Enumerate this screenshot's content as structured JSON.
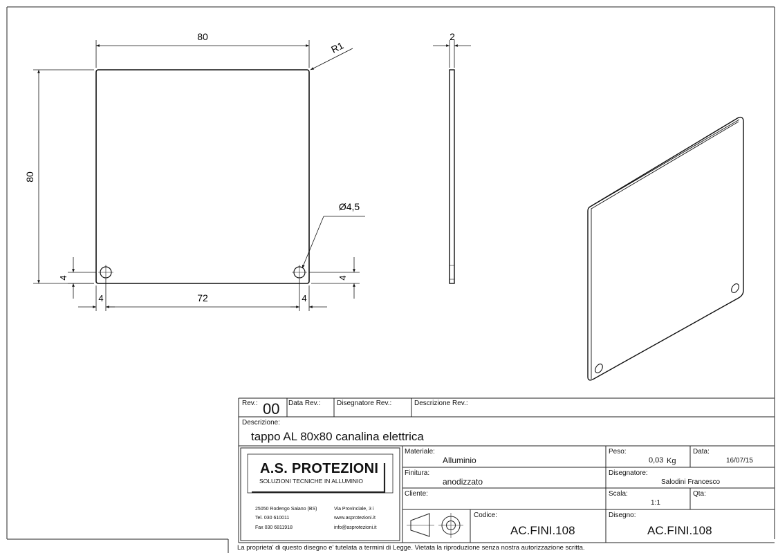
{
  "drawing": {
    "dims": {
      "width": "80",
      "height": "80",
      "thickness": "2",
      "radius": "R1",
      "hole_diameter": "Ø4,5",
      "left_offset": "4",
      "hole_spacing": "72",
      "right_offset": "4",
      "hole_vertical_left": "4",
      "hole_vertical_right": "4"
    }
  },
  "title_block": {
    "rev_label": "Rev.:",
    "rev_value": "00",
    "rev_date_label": "Data Rev.:",
    "rev_drafter_label": "Disegnatore Rev.:",
    "rev_desc_label": "Descrizione Rev.:",
    "description_label": "Descrizione:",
    "description_value": "tappo AL 80x80 canalina elettrica",
    "company_name": "A.S. PROTEZIONI",
    "company_tagline": "SOLUZIONI TECNICHE IN ALLUMINIO",
    "company_address_city": "25050 Rodengo Saiano (BS)",
    "company_address_street": "Via Provinciale, 3 i",
    "company_tel": "Tel.  030 610011",
    "company_web": "www.asprotezioni.it",
    "company_fax": "Fax  030 6811918",
    "company_email": "info@asprotezioni.it",
    "material_label": "Materiale:",
    "material_value": "Alluminio",
    "finish_label": "Finitura:",
    "finish_value": "anodizzato",
    "client_label": "Cliente:",
    "client_value": "",
    "code_label": "Codice:",
    "code_value": "AC.FINI.108",
    "weight_label": "Peso:",
    "weight_value": "0,03",
    "weight_unit": "Kg",
    "date_label": "Data:",
    "date_value": "16/07/15",
    "drafter_label": "Disegnatore:",
    "drafter_value": "Salodini Francesco",
    "scale_label": "Scala:",
    "scale_value": "1:1",
    "qty_label": "Qta:",
    "qty_value": "",
    "drawing_label": "Disegno:",
    "drawing_value": "AC.FINI.108"
  },
  "footer": {
    "legal_notice": "La proprieta' di questo disegno e' tutelata a termini di Legge.  Vietata la riproduzione senza nostra autorizzazione scritta."
  }
}
